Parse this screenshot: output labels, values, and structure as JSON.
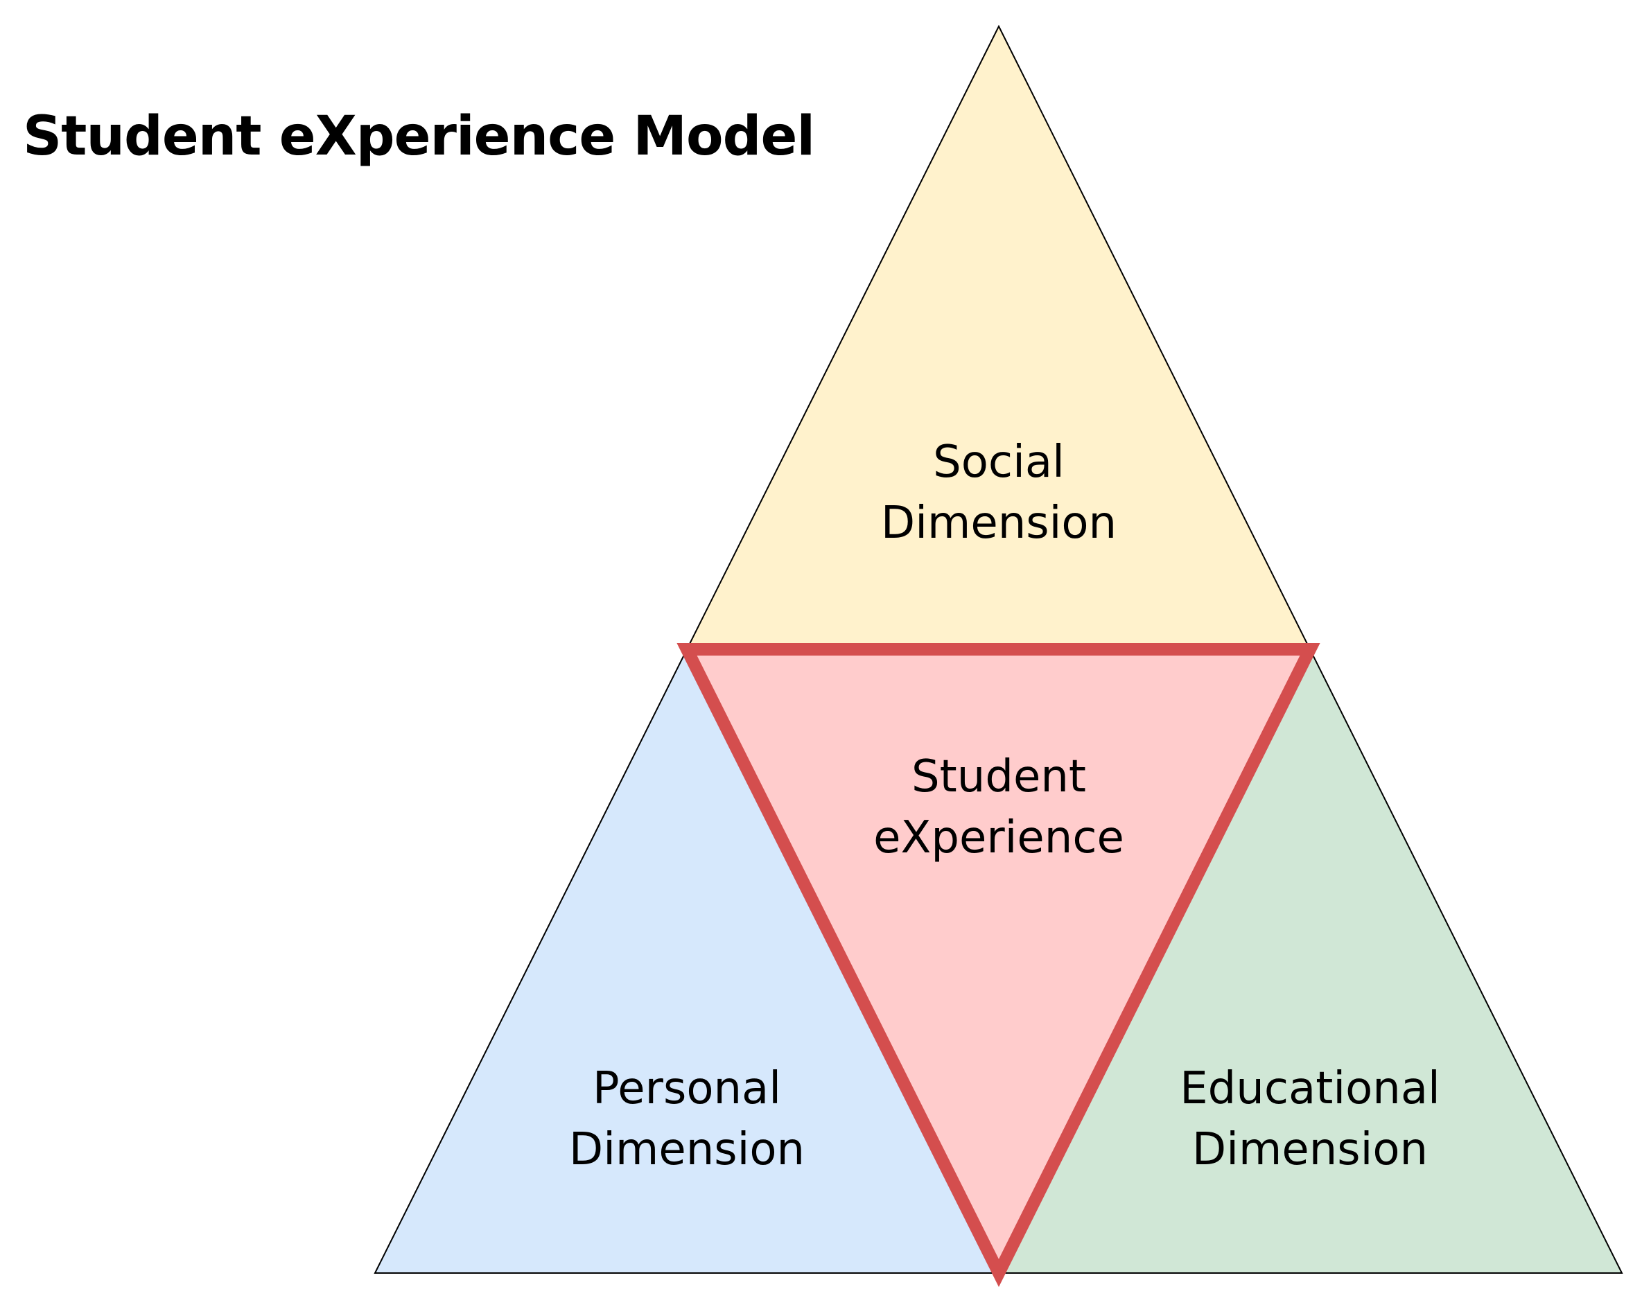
{
  "title": "Student eXperience Model",
  "colors": {
    "social": "#FFF2CC",
    "personal": "#D6E8FC",
    "educational": "#D0E7D6",
    "student": "#FFCCCC",
    "student_border": "#D44E4E",
    "outline": "#000000"
  },
  "sections": {
    "social": {
      "line1": "Social",
      "line2": "Dimension"
    },
    "student": {
      "line1": "Student",
      "line2": "eXperience"
    },
    "personal": {
      "line1": "Personal",
      "line2": "Dimension"
    },
    "educational": {
      "line1": "Educational",
      "line2": "Dimension"
    }
  }
}
